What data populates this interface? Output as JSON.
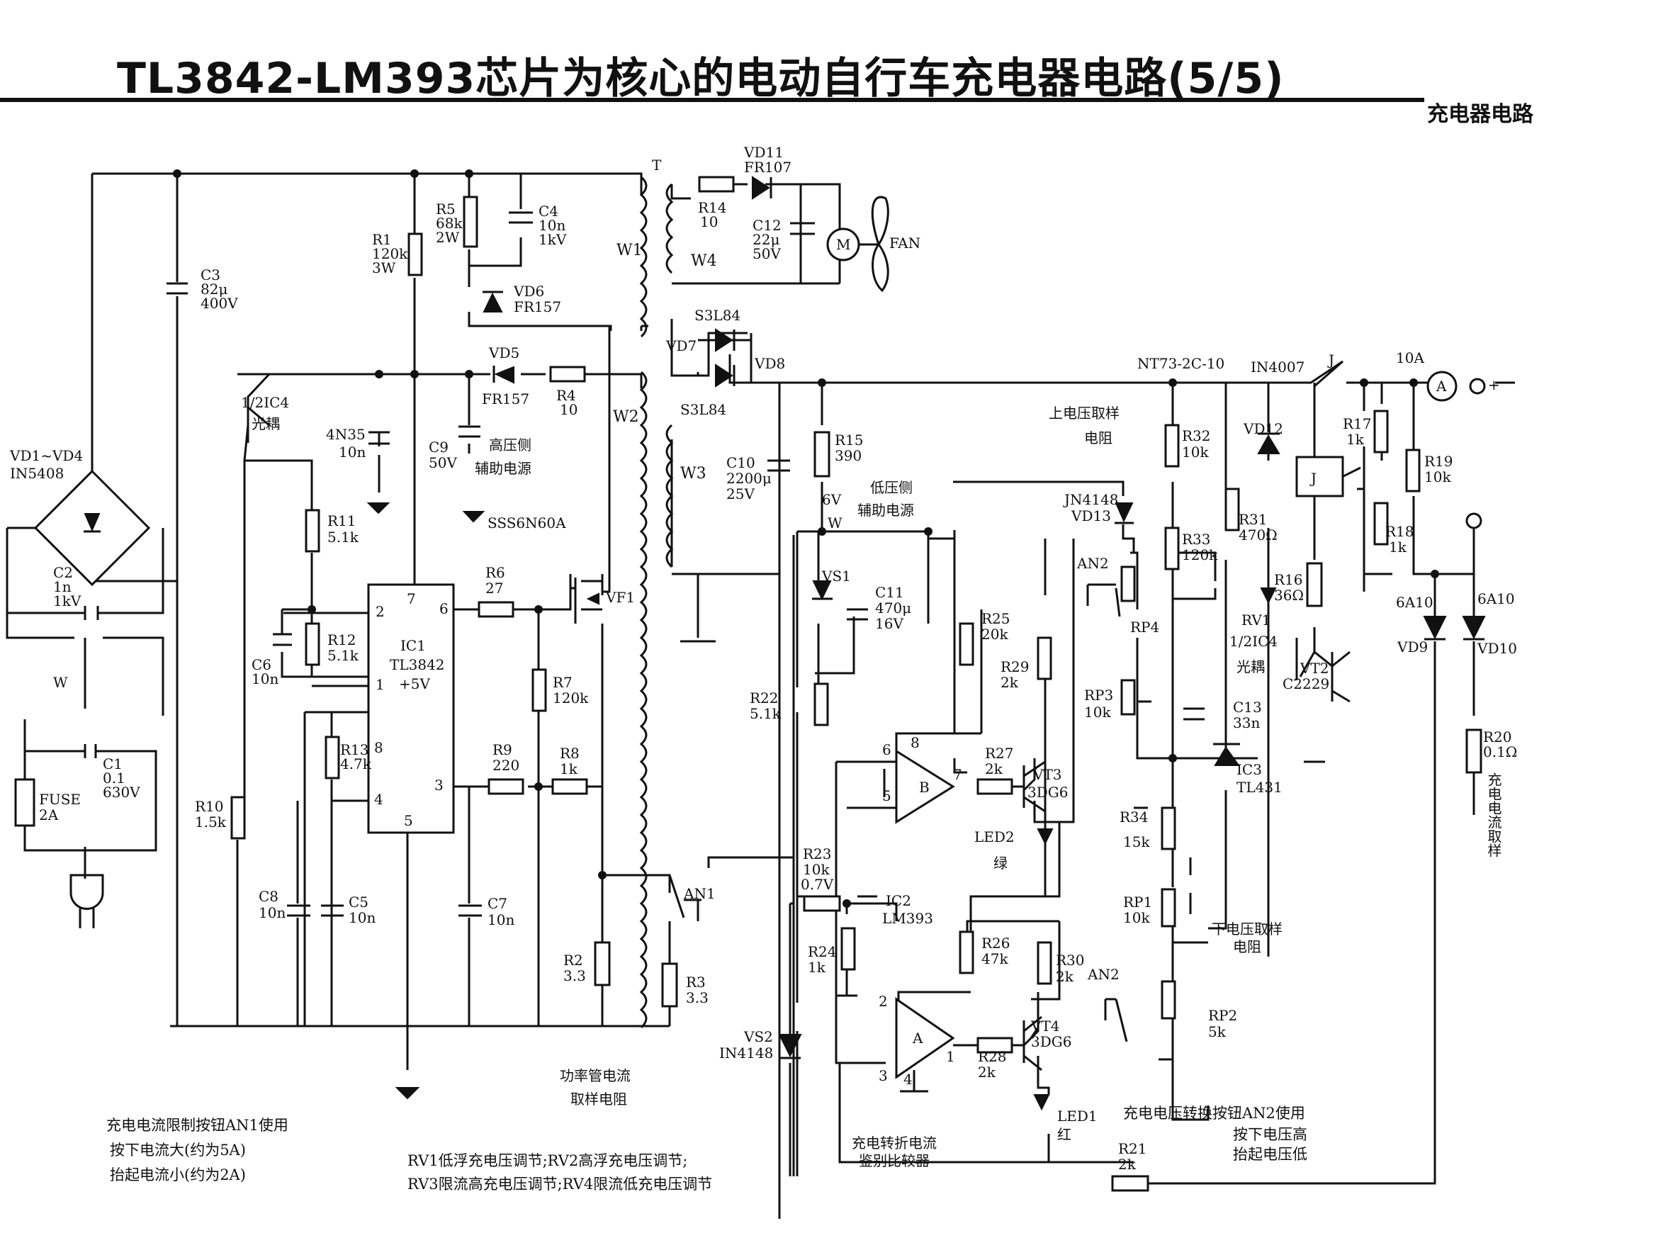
{
  "header": {
    "title": "TL3842-LM393芯片为核心的电动自行车充电器电路(5/5)",
    "category": "充电器电路"
  },
  "labels": {
    "T": "T",
    "W1": "W1",
    "W2": "W2",
    "W3": "W3",
    "W4": "W4",
    "W": "W",
    "VD11": "VD11",
    "FR107": "FR107",
    "R14": "R14",
    "R14v": "10",
    "C12": "C12",
    "C12v1": "22μ",
    "C12v2": "50V",
    "M": "M",
    "FAN": "FAN",
    "R5": "R5",
    "R5v1": "68k",
    "R5v2": "2W",
    "C4": "C4",
    "C4v1": "10n",
    "C4v2": "1kV",
    "VD6": "VD6",
    "FR157a": "FR157",
    "R1": "R1",
    "R1v1": "120k",
    "R1v2": "3W",
    "C3": "C3",
    "C3v1": "82μ",
    "C3v2": "400V",
    "S3L84a": "S3L84",
    "VD7": "VD7",
    "VD8": "VD8",
    "S3L84b": "S3L84",
    "VD5": "VD5",
    "FR157b": "FR157",
    "R4": "R4",
    "R4v": "10",
    "IC4a": "1/2IC4",
    "gd1": "光耦",
    "4N35": "4N35",
    "c10n": "10n",
    "C9": "C9",
    "C9v": "50V",
    "hv1": "高压侧",
    "hv2": "辅助电源",
    "SSS6N60A": "SSS6N60A",
    "VD14": "VD1~VD4",
    "IN5408": "IN5408",
    "C2": "C2",
    "C2v1": "1n",
    "C2v2": "1kV",
    "Wl": "W",
    "C1": "C1",
    "C1v1": "0.1",
    "C1v2": "630V",
    "FUSE": "FUSE",
    "FUSEv": "2A",
    "R11": "R11",
    "R11v": "5.1k",
    "R12": "R12",
    "R12v": "5.1k",
    "C6": "C6",
    "C6v": "10n",
    "IC1": "IC1",
    "TL3842": "TL3842",
    "p5V": "+5V",
    "pin2": "2",
    "pin7": "7",
    "pin6": "6",
    "pin1": "1",
    "pin8": "8",
    "pin4": "4",
    "pin3": "3",
    "pin5": "5",
    "R6": "R6",
    "R6v": "27",
    "VF1": "VF1",
    "R7": "R7",
    "R7v": "120k",
    "R13": "R13",
    "R13v": "4.7k",
    "R9": "R9",
    "R9v": "220",
    "R8": "R8",
    "R8v": "1k",
    "R10": "R10",
    "R10v": "1.5k",
    "C8": "C8",
    "C8v": "10n",
    "C5": "C5",
    "C5v": "10n",
    "C7": "C7",
    "C7v": "10n",
    "R2": "R2",
    "R2v": "3.3",
    "R3": "R3",
    "R3v": "3.3",
    "AN1": "AN1",
    "pw1": "功率管电流",
    "pw2": "取样电阻",
    "C10": "C10",
    "C10v1": "2200μ",
    "C10v2": "25V",
    "R15": "R15",
    "R15v": "390",
    "v6V": "6V",
    "Wm": "W",
    "lv1": "低压侧",
    "lv2": "辅助电源",
    "VS1": "VS1",
    "C11": "C11",
    "C11v1": "470μ",
    "C11v2": "16V",
    "R22": "R22",
    "R22v": "5.1k",
    "NT73": "NT73-2C-10",
    "IN4007": "IN4007",
    "J": "J",
    "A10": "10A",
    "Am": "A",
    "plus": "+",
    "uv1": "上电压取样",
    "uv2": "电阻",
    "IN4148a": "JN4148",
    "VD13": "VD13",
    "R32": "R32",
    "R32v": "10k",
    "R33": "R33",
    "R33v": "120k",
    "AN2a": "AN2",
    "RP4": "RP4",
    "RP3": "RP3",
    "RP3v": "10k",
    "R25": "R25",
    "R25v": "20k",
    "R29": "R29",
    "R29v": "2k",
    "R27": "R27",
    "R27v": "2k",
    "VT3": "VT3",
    "D3DG6a": "3DG6",
    "LED2": "LED2",
    "green": "绿",
    "pin8b": "8",
    "pin6b": "6",
    "pin5b": "5",
    "pin7b": "7",
    "Bop": "B",
    "VD12": "VD12",
    "R31": "R31",
    "R31v": "470Ω",
    "Jr": "J",
    "R16": "R16",
    "R16v": "36Ω",
    "RV1": "RV1",
    "IC4b": "1/2IC4",
    "gd2": "光耦",
    "C13": "C13",
    "C13v": "33n",
    "IC3": "IC3",
    "TL431": "TL431",
    "VT2": "VT2",
    "C2229": "C2229",
    "R17": "R17",
    "R17v": "1k",
    "R18": "R18",
    "R18v": "1k",
    "R19": "R19",
    "R19v": "10k",
    "A6a": "6A10",
    "VD9": "VD9",
    "A6b": "6A10",
    "VD10": "VD10",
    "R20": "R20",
    "R20v": "0.1Ω",
    "cs": "充电电流取样",
    "R23": "R23",
    "R23v1": "10k",
    "R23v2": "0.7V",
    "IC2": "IC2",
    "LM393": "LM393",
    "R24": "R24",
    "R24v": "1k",
    "R26": "R26",
    "R26v": "47k",
    "R30": "R30",
    "R30v": "2k",
    "pin2b": "2",
    "pin3b": "3",
    "pin4b": "4",
    "pin1b": "1",
    "Aop": "A",
    "VT4": "VT4",
    "D3DG6b": "3DG6",
    "R28": "R28",
    "R28v": "2k",
    "LED1": "LED1",
    "red": "红",
    "R34": "R34",
    "R34v": "15k",
    "RP1": "RP1",
    "RP1v": "10k",
    "lvs1": "下电压取样",
    "lvs2": "电阻",
    "AN2b": "AN2",
    "RP2": "RP2",
    "RP2v": "5k",
    "VS2": "VS2",
    "IN4148b": "IN4148",
    "cmp1": "充电转折电流",
    "cmp2": "鉴别比较器",
    "R21": "R21",
    "R21v": "2k"
  },
  "notes": {
    "an1_line1": "充电电流限制按钮AN1使用",
    "an1_line2": "按下电流大(约为5A)",
    "an1_line3": "抬起电流小(约为2A)",
    "rv_line1": "RV1低浮充电压调节;RV2高浮充电压调节;",
    "rv_line2": "RV3限流高充电压调节;RV4限流低充电压调节",
    "an2_line1": "充电电压转换按钮AN2使用",
    "an2_line2": "按下电压高",
    "an2_line3": "抬起电压低"
  }
}
